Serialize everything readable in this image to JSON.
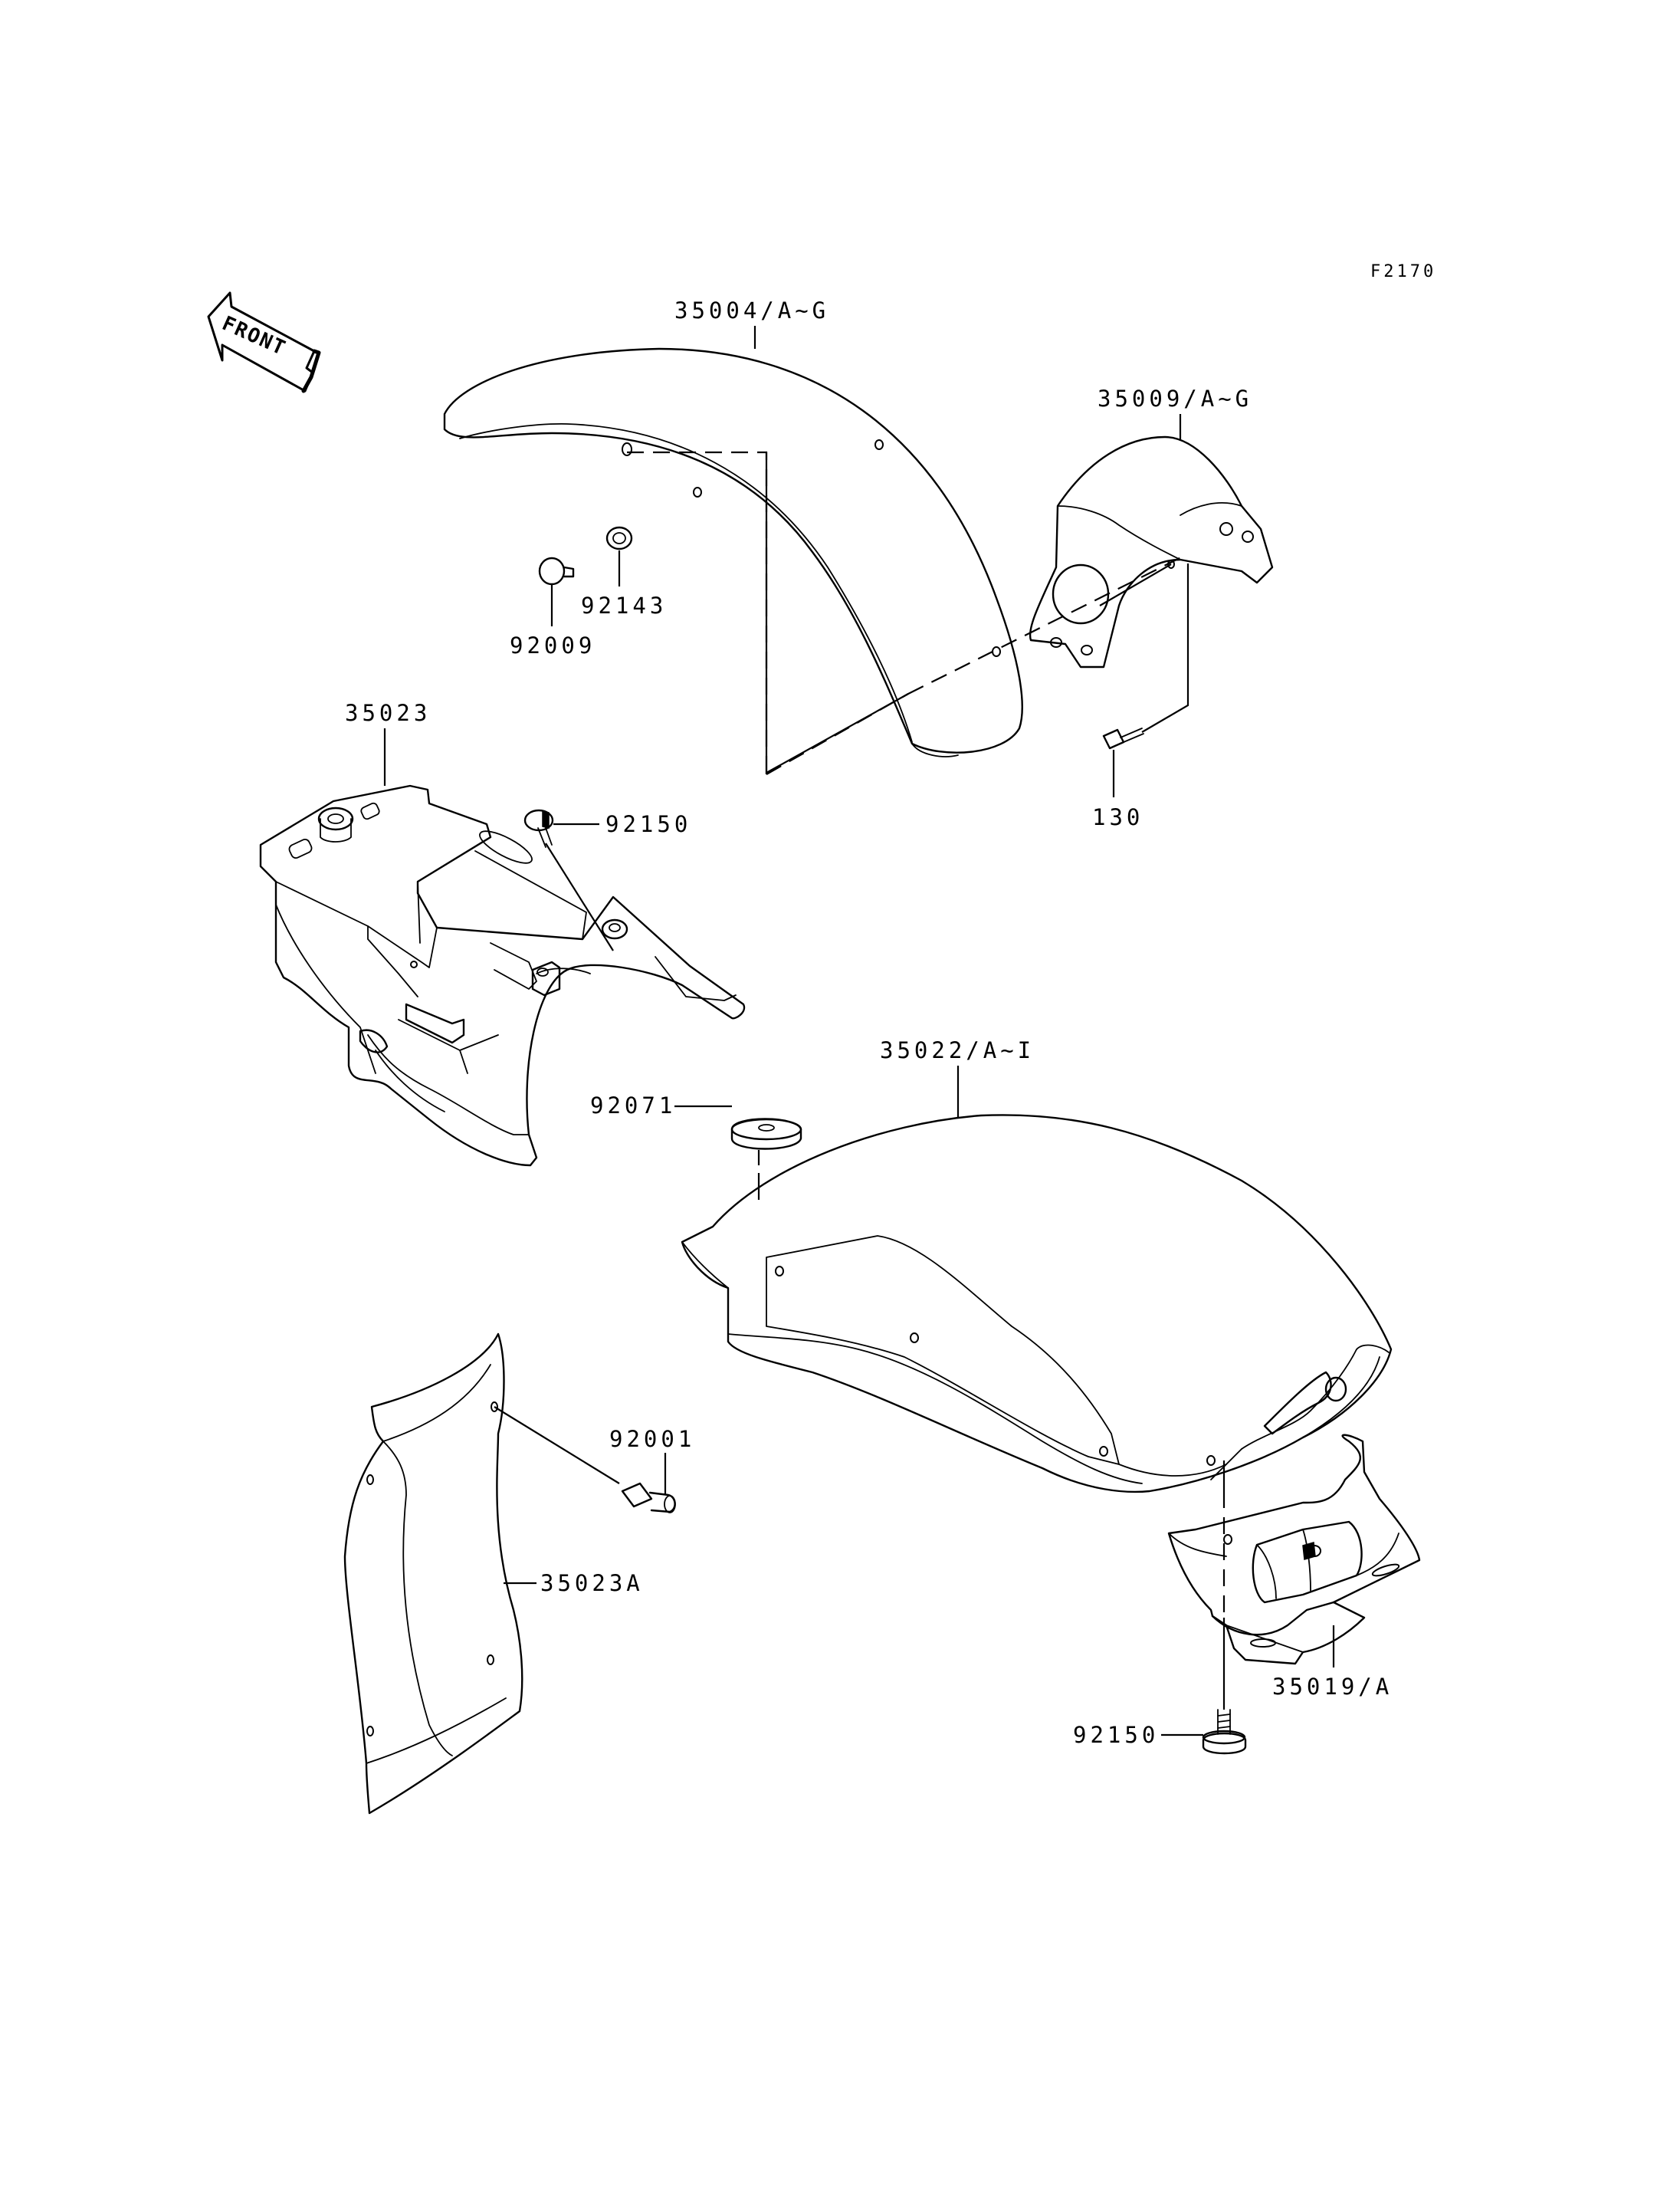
{
  "figure_code": "F2170",
  "direction_label": "FRONT",
  "parts": {
    "front_fender": "35004/A~G",
    "fender_bracket": "35009/A~G",
    "bolt_130": "130",
    "cap_92009": "92009",
    "collar_92143": "92143",
    "inner_fender": "35023",
    "bolt_92150_top": "92150",
    "rear_fender": "35022/A~I",
    "damper_92071": "92071",
    "bolt_92001": "92001",
    "fender_flap": "35023A",
    "license_bracket": "35019/A",
    "bolt_92150_bottom": "92150"
  }
}
